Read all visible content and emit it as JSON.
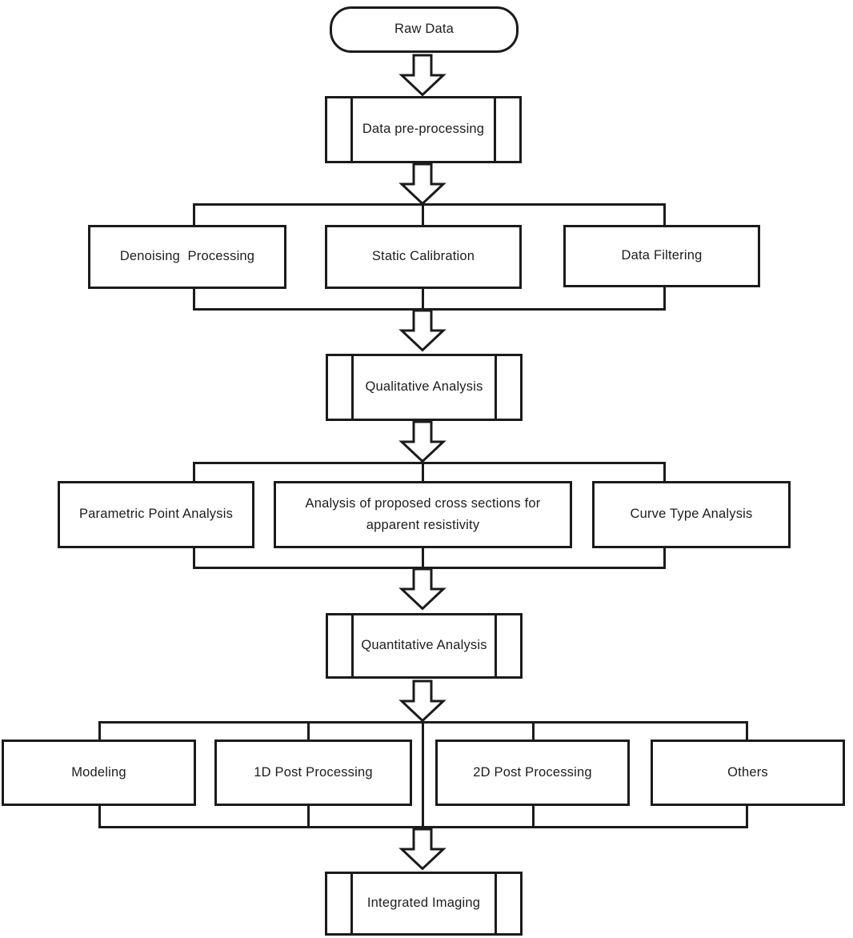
{
  "diagram": {
    "type": "flowchart",
    "background_color": "#ffffff",
    "line_color": "#1b1b1b",
    "text_color": "#1d1d1d",
    "arrow_style": "hollow-block-arrow-down",
    "nodes": {
      "raw_data": {
        "label": "Raw Data",
        "shape": "terminator"
      },
      "preprocessing": {
        "label": "Data pre-processing",
        "shape": "predefined-process"
      },
      "denoising": {
        "label": "Denoising  Processing",
        "shape": "process"
      },
      "static_calibration": {
        "label": "Static Calibration",
        "shape": "process"
      },
      "data_filtering": {
        "label": "Data Filtering",
        "shape": "process"
      },
      "qualitative": {
        "label": "Qualitative Analysis",
        "shape": "predefined-process"
      },
      "parametric": {
        "label": "Parametric Point Analysis",
        "shape": "process"
      },
      "cross_sections": {
        "label": "Analysis of proposed cross sections for apparent resistivity",
        "shape": "process"
      },
      "curve_type": {
        "label": "Curve Type Analysis",
        "shape": "process"
      },
      "quantitative": {
        "label": "Quantitative Analysis",
        "shape": "predefined-process"
      },
      "modeling": {
        "label": "Modeling",
        "shape": "process"
      },
      "post_processing_1d": {
        "label": "1D Post Processing",
        "shape": "process"
      },
      "post_processing_2d": {
        "label": "2D Post Processing",
        "shape": "process"
      },
      "others": {
        "label": "Others",
        "shape": "process"
      },
      "integrated_imaging": {
        "label": "Integrated Imaging",
        "shape": "predefined-process"
      }
    },
    "edges": [
      {
        "from": "raw_data",
        "to": "preprocessing"
      },
      {
        "from": "preprocessing",
        "to": "denoising"
      },
      {
        "from": "preprocessing",
        "to": "static_calibration"
      },
      {
        "from": "preprocessing",
        "to": "data_filtering"
      },
      {
        "from": "denoising",
        "to": "qualitative"
      },
      {
        "from": "static_calibration",
        "to": "qualitative"
      },
      {
        "from": "data_filtering",
        "to": "qualitative"
      },
      {
        "from": "qualitative",
        "to": "parametric"
      },
      {
        "from": "qualitative",
        "to": "cross_sections"
      },
      {
        "from": "qualitative",
        "to": "curve_type"
      },
      {
        "from": "parametric",
        "to": "quantitative"
      },
      {
        "from": "cross_sections",
        "to": "quantitative"
      },
      {
        "from": "curve_type",
        "to": "quantitative"
      },
      {
        "from": "quantitative",
        "to": "modeling"
      },
      {
        "from": "quantitative",
        "to": "post_processing_1d"
      },
      {
        "from": "quantitative",
        "to": "post_processing_2d"
      },
      {
        "from": "quantitative",
        "to": "others"
      },
      {
        "from": "modeling",
        "to": "integrated_imaging"
      },
      {
        "from": "post_processing_1d",
        "to": "integrated_imaging"
      },
      {
        "from": "post_processing_2d",
        "to": "integrated_imaging"
      },
      {
        "from": "others",
        "to": "integrated_imaging"
      }
    ]
  }
}
